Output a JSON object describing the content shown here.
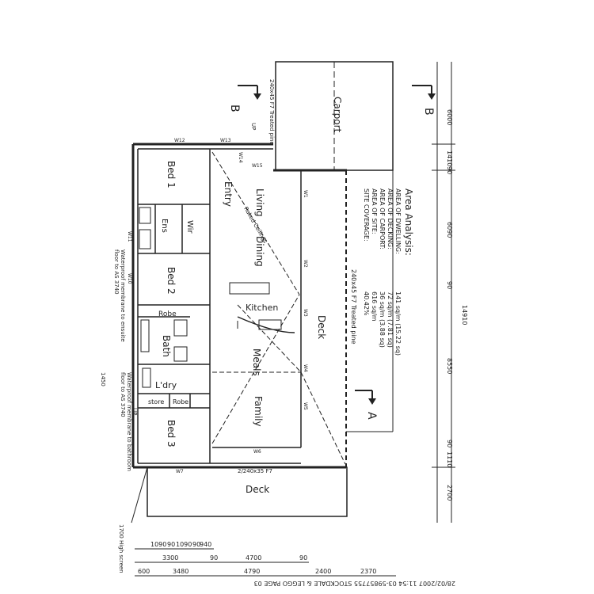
{
  "rooms": {
    "carport": "Carport",
    "bed1": "Bed 1",
    "entry": "Entry",
    "living": "Living",
    "dining": "Dining",
    "ens": "Ens",
    "wir": "Wir",
    "bed2": "Bed 2",
    "robe2": "Robe",
    "kitchen": "Kitchen",
    "bath": "Bath",
    "meals": "Meals",
    "ldry": "L'dry",
    "store": "store",
    "robe3": "Robe",
    "family": "Family",
    "bed3": "Bed 3",
    "deck_side": "Deck",
    "deck_rear": "Deck"
  },
  "sections": {
    "b": "B",
    "a": "A"
  },
  "annotations": {
    "post_carport": "240x45 F7 Treated pine",
    "post_deck": "240x45 F7 Treated pine",
    "deck_beam": "2/240x35 F7",
    "raked_ceiling": "Raked Ceilings",
    "screen": "1700 High screen",
    "ens_membrane_1": "Waterproof membrane to ensuite",
    "ens_membrane_2": "floor to AS 3740",
    "bath_membrane_1": "Waterproof membrane to bathroom",
    "bath_membrane_2": "floor to AS 3740",
    "up": "UP",
    "dim_1450": "1450"
  },
  "windows": [
    "W12",
    "W13",
    "W14",
    "W15",
    "W1",
    "W2",
    "W3",
    "W4",
    "W5",
    "W6",
    "W7",
    "W11",
    "W10"
  ],
  "area_analysis": {
    "title": "Area Analysis:",
    "rows": [
      {
        "label": "AREA OF DWELLING:",
        "value": "141 sq/m (15.22 sq)"
      },
      {
        "label": "AREA OF DECKING:",
        "value": "72 sq/m (7.81 sq)"
      },
      {
        "label": "AREA OF CARPORT:",
        "value": "36 sq/m (3.88 sq)"
      },
      {
        "label": "AREA OF SITE:",
        "value": "616 sq/m"
      },
      {
        "label": "SITE COVERAGE:",
        "value": "40.42%"
      }
    ]
  },
  "dims_right": [
    "6000",
    "1410",
    "90",
    "6090",
    "90",
    "14910",
    "8550",
    "90",
    "1110",
    "2700"
  ],
  "dims_bottom_row1": [
    "1090",
    "90",
    "1090",
    "90",
    "940"
  ],
  "dims_bottom_row2": [
    "3300",
    "90",
    "4700",
    "90"
  ],
  "dims_bottom_row3": [
    "600",
    "3480",
    "4790",
    "2400",
    "2370"
  ],
  "footer": "28/02/2007 11:54 03-59857755 STOCKDALE & LEGGO PAGE 03"
}
